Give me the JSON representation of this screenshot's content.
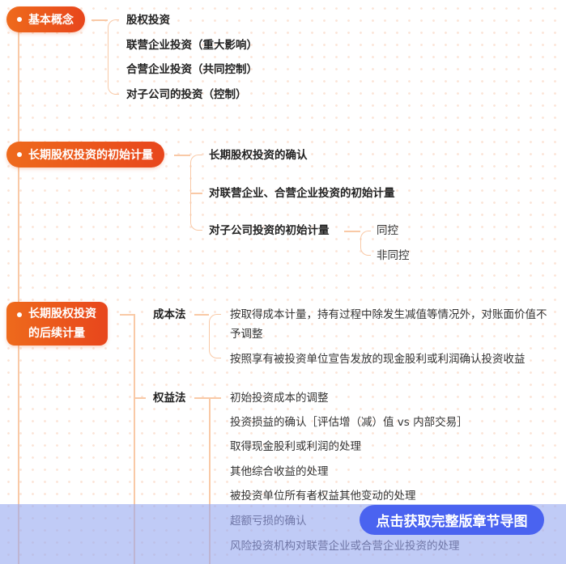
{
  "sections": [
    {
      "label": "基本概念",
      "children": [
        "股权投资",
        "联营企业投资（重大影响）",
        "合营企业投资（共同控制）",
        "对子公司的投资（控制）"
      ]
    },
    {
      "label": "长期股权投资的初始计量",
      "children": [
        {
          "label": "长期股权投资的确认"
        },
        {
          "label": "对联营企业、合营企业投资的初始计量"
        },
        {
          "label": "对子公司投资的初始计量",
          "children": [
            "同控",
            "非同控"
          ]
        }
      ]
    },
    {
      "label_line1": "长期股权投资",
      "label_line2": "的后续计量",
      "children": [
        {
          "label": "成本法",
          "children": [
            "按取得成本计量，持有过程中除发生减值等情况外，对账面价值不",
            "予调整",
            "按照享有被投资单位宣告发放的现金股利或利润确认投资收益"
          ]
        },
        {
          "label": "权益法",
          "children": [
            "初始投资成本的调整",
            "投资损益的确认［评估增（减）值 vs 内部交易］",
            "取得现金股利或利润的处理",
            "其他综合收益的处理",
            "被投资单位所有者权益其他变动的处理",
            "超额亏损的确认",
            "风险投资机构对联营企业或合营企业投资的处理"
          ]
        }
      ]
    }
  ],
  "cta": {
    "label": "点击获取完整版章节导图",
    "color": "#4a63f0"
  },
  "colors": {
    "accent": "#ea561c",
    "connector": "#f9c9a6"
  }
}
